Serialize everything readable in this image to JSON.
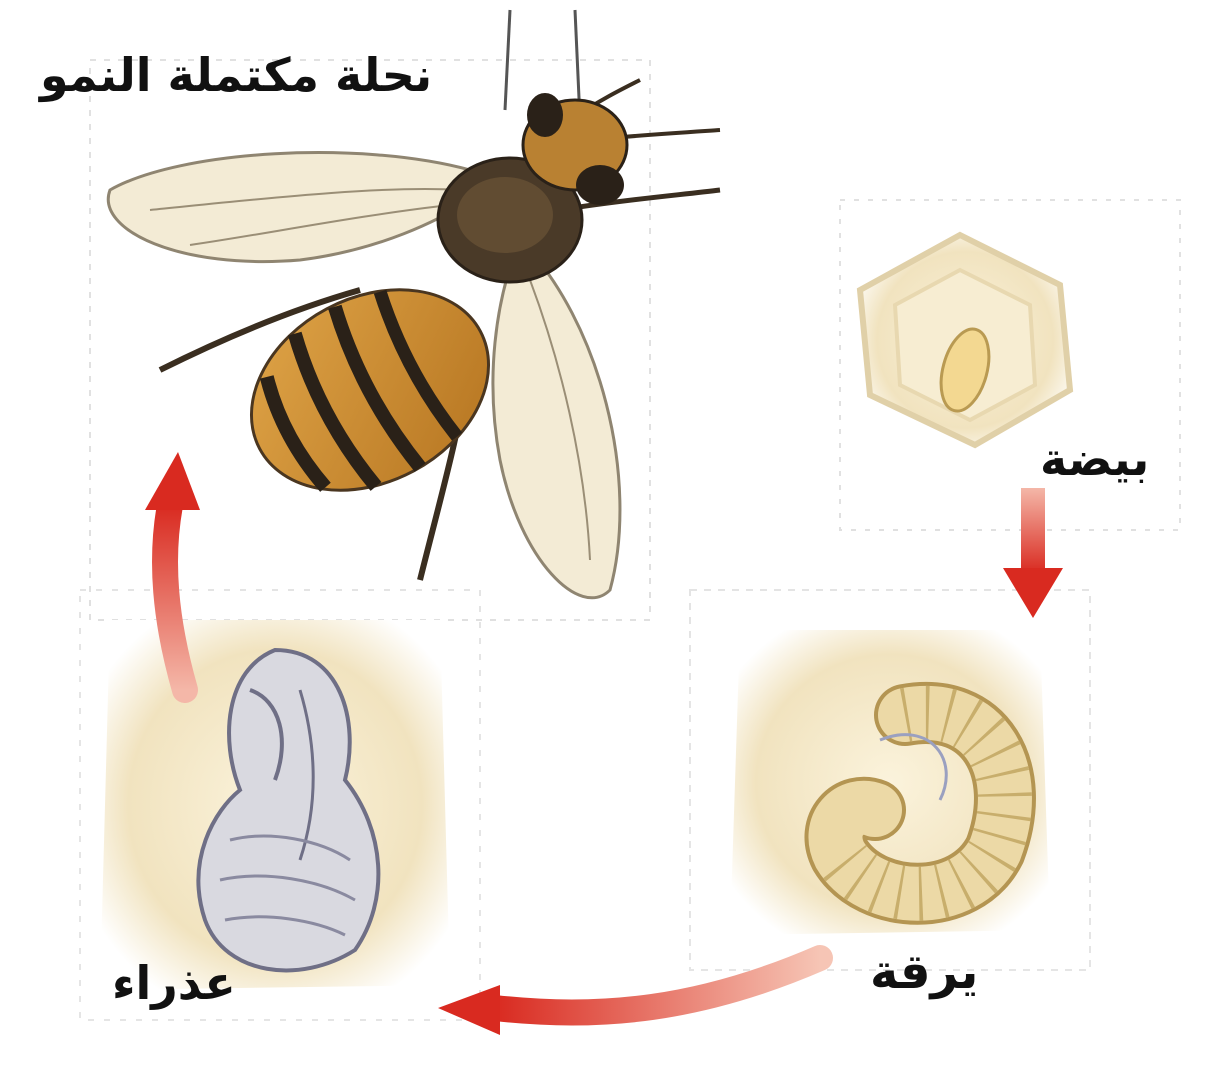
{
  "diagram": {
    "stages": [
      {
        "id": "adult",
        "label": "نحلة مكتملة النمو"
      },
      {
        "id": "egg",
        "label": "بيضة"
      },
      {
        "id": "larva",
        "label": "يرقة"
      },
      {
        "id": "pupa",
        "label": "عذراء"
      }
    ],
    "colors": {
      "arrow": "#d92a20",
      "cell": "#f1e3bf",
      "bee_body": "#c98a2c",
      "bee_stripe": "#2a2118",
      "wing": "#f3ead3",
      "larva": "#ecd9a6",
      "pupa": "#d9d9e0"
    }
  }
}
